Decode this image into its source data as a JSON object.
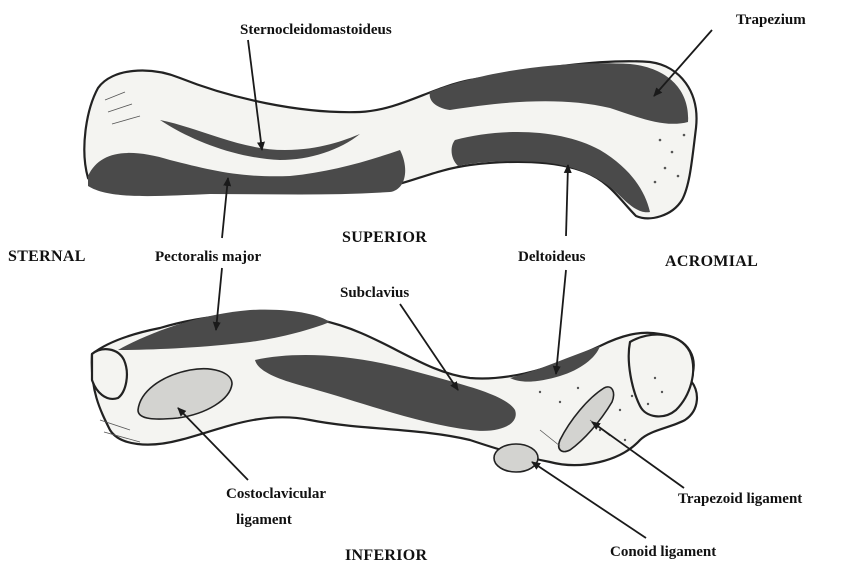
{
  "labels": {
    "sternocleidomastoideus": "Sternocleidomastoideus",
    "trapezium": "Trapezium",
    "sternal": "STERNAL",
    "pectoralis_major": "Pectoralis major",
    "superior": "SUPERIOR",
    "deltoideus": "Deltoideus",
    "acromial": "ACROMIAL",
    "subclavius": "Subclavius",
    "costoclavicular_line1": "Costoclavicular",
    "costoclavicular_line2": "ligament",
    "trapezoid_ligament": "Trapezoid ligament",
    "inferior": "INFERIOR",
    "conoid_ligament": "Conoid ligament"
  },
  "colors": {
    "bone": "#f4f4f1",
    "muscle_attachment": "#4a4a4a",
    "ligament_attachment": "#d3d3d0",
    "outline": "#222222"
  }
}
